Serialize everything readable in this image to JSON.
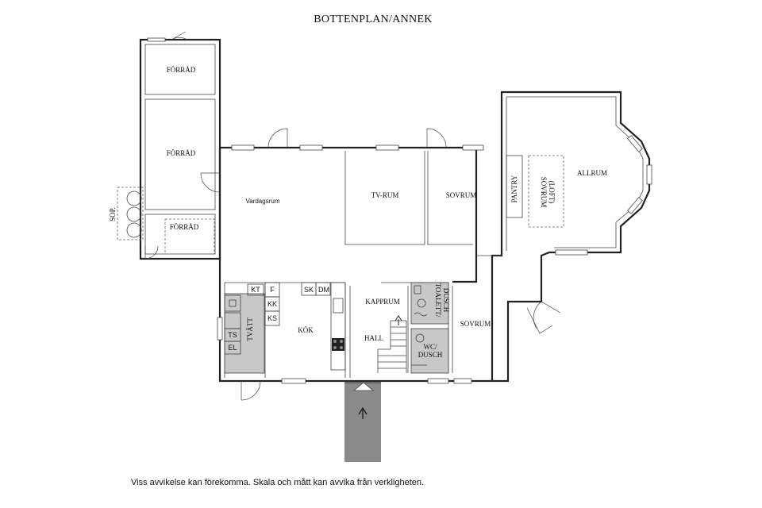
{
  "title": "BOTTENPLAN/ANNEK",
  "rooms": {
    "forrad_top": "FÖRRÅD",
    "forrad_mid": "FÖRRÅD",
    "forrad_small": "FÖRRÅD",
    "sop": "SOP.",
    "vardagsrum": "Vardagsrum",
    "tvrum": "TV-RUM",
    "sovrum_1": "SOVRUM",
    "pantry": "PANTRY",
    "sovrum_loft_a": "SOVRUM",
    "sovrum_loft_b": "(LOFT)",
    "allrum": "ALLRUM",
    "kapprum": "KAPPRUM",
    "hall": "HALL",
    "kok": "KÖK",
    "tvatt": "TVÄTT",
    "toalett_a": "TOALETT/",
    "toalett_b": "DUSCH",
    "wc_a": "WC/",
    "wc_b": "DUSCH",
    "sovrum_2": "SOVRUM"
  },
  "fixtures": {
    "kt": "KT",
    "f": "F",
    "kk": "KK",
    "ks": "KS",
    "sk": "SK",
    "dm": "DM",
    "ts": "TS",
    "el": "EL"
  },
  "colors": {
    "wet_room": "#c8c8c8",
    "entrance_path": "#8a8a8a",
    "wall": "#222222"
  },
  "disclaimer": "Viss avvikelse kan förekomma. Skala och mått kan avvika från verkligheten."
}
